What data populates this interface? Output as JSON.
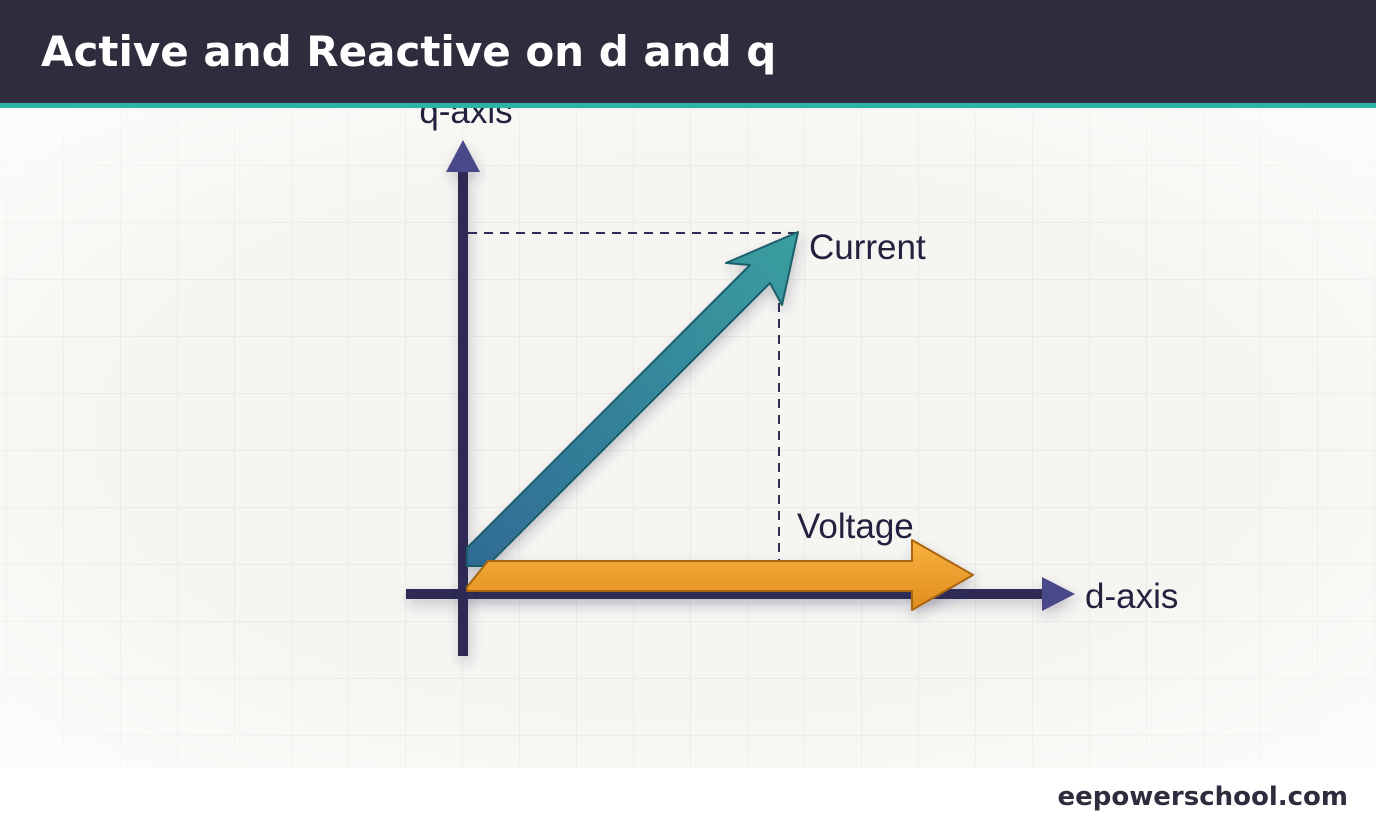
{
  "header": {
    "title": "Active and Reactive on d and q"
  },
  "diagram": {
    "labels": {
      "q_axis": "q-axis",
      "d_axis": "d-axis",
      "current": "Current",
      "voltage": "Voltage"
    },
    "colors": {
      "background": "#f6f5f1",
      "grid": "#e4e3de",
      "axes": "#2e2c55",
      "axis_arrowheads": "#4a4a8a",
      "current_vector_start": "#2f6b95",
      "current_vector_end": "#3a9e9f",
      "voltage_vector": "#f2a435",
      "projection_lines": "#2e2c55"
    }
  },
  "footer": {
    "credit": "eepowerschool.com"
  }
}
